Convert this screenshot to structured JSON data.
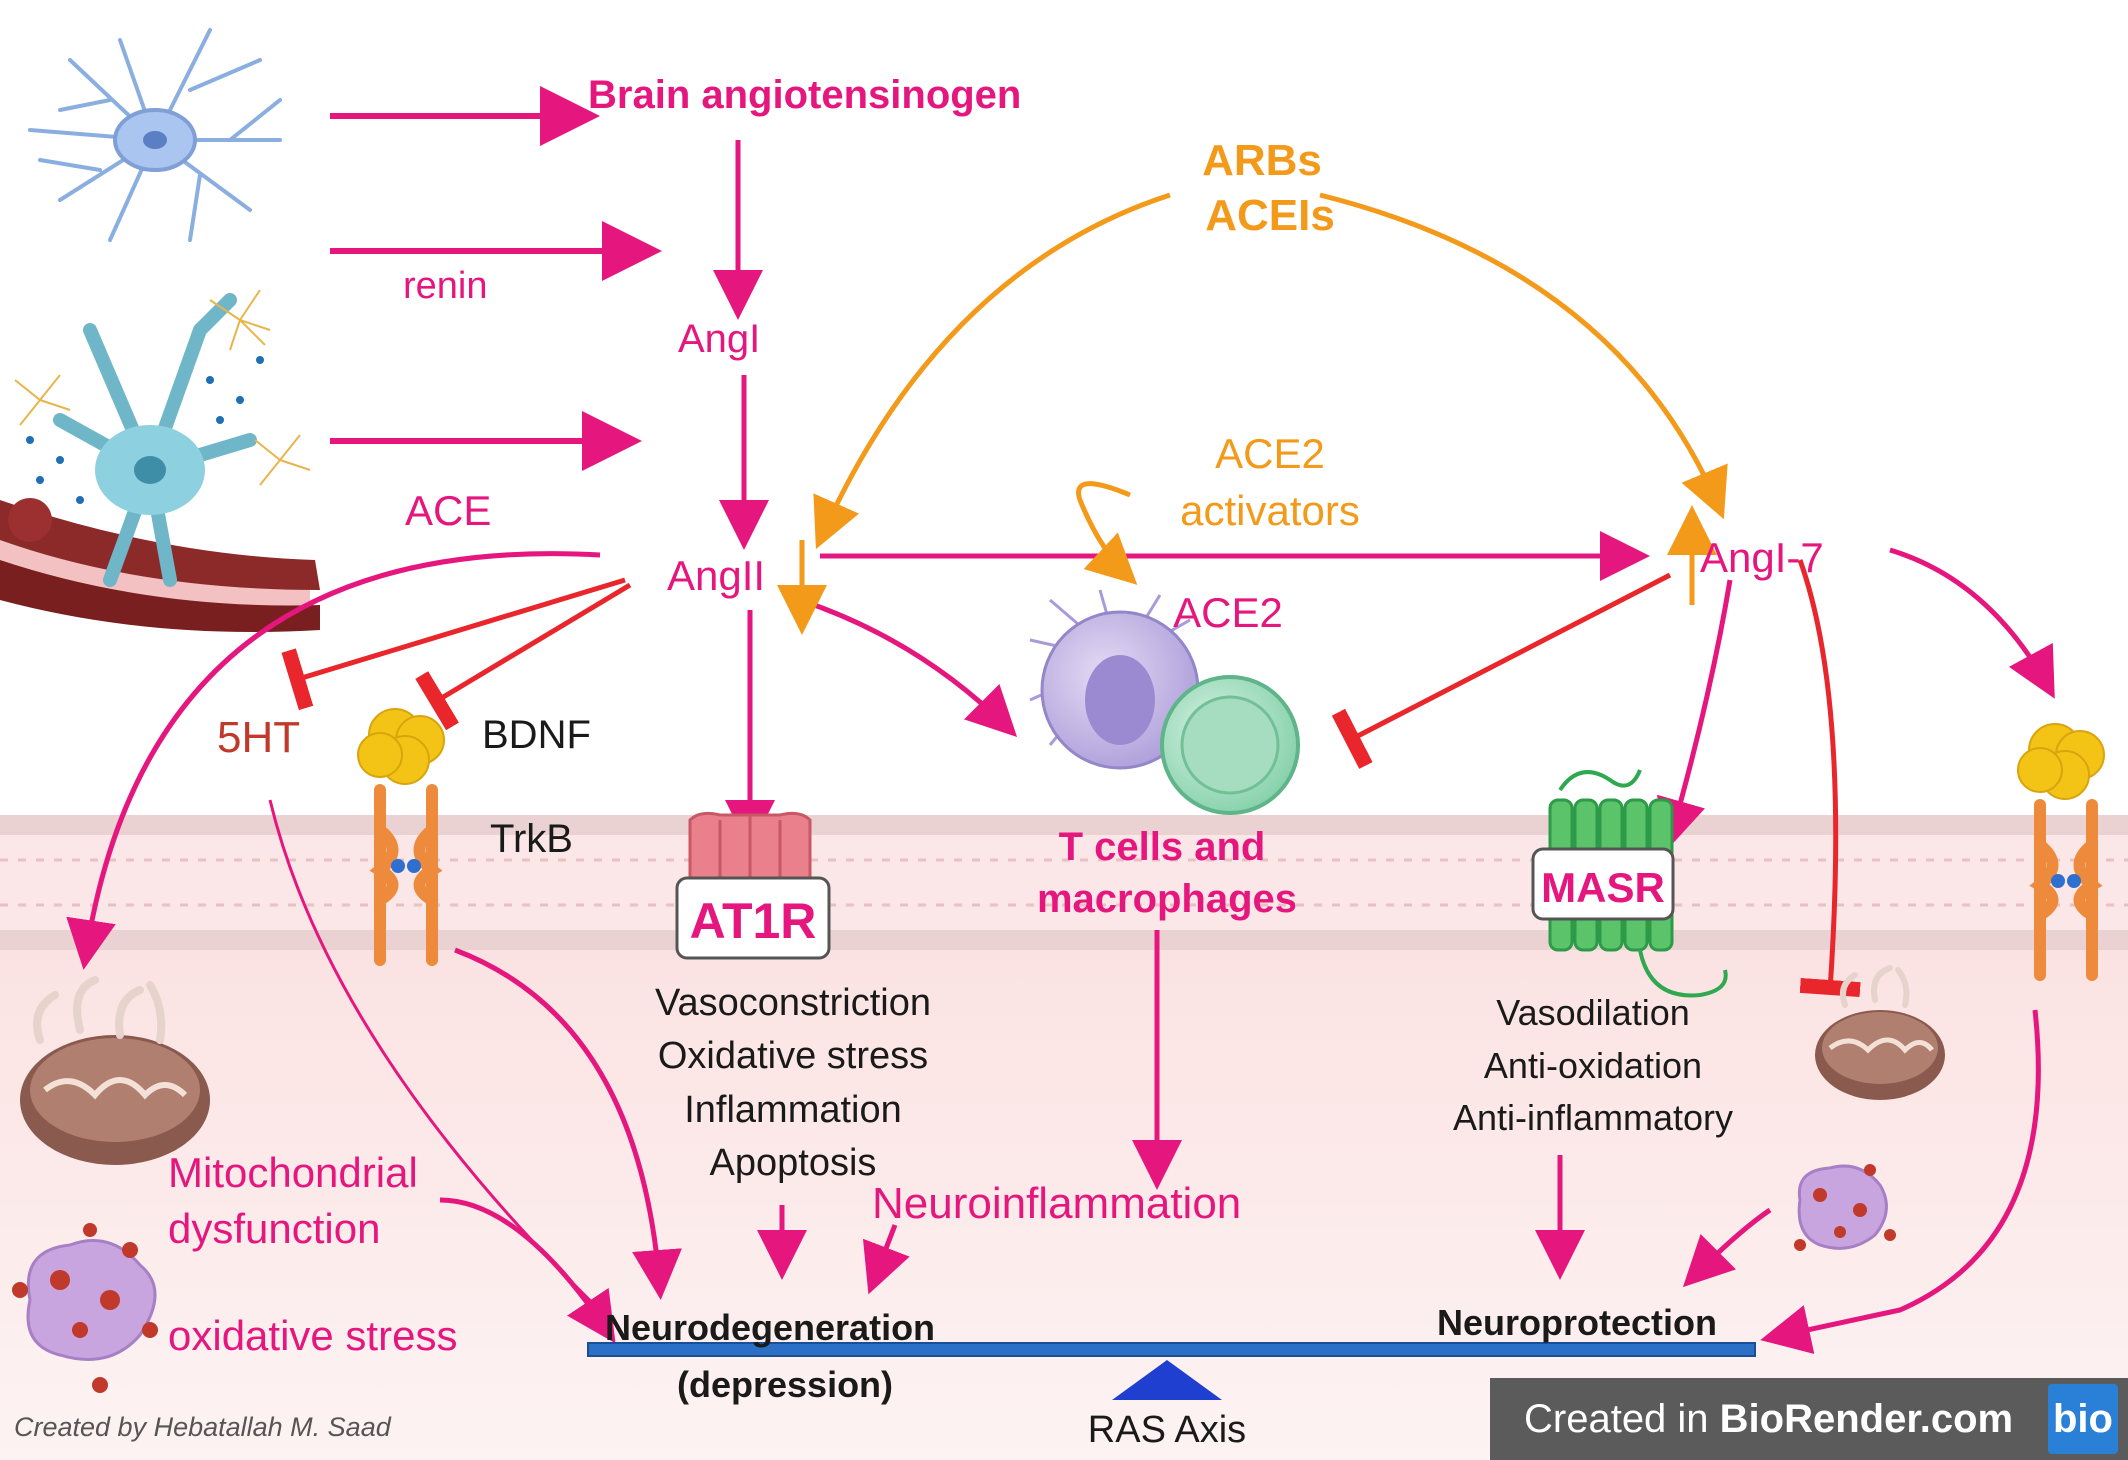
{
  "labels": {
    "brain_angiotensinogen": "Brain angiotensinogen",
    "renin": "renin",
    "ang1": "AngI",
    "ang2": "AngII",
    "ace": "ACE",
    "arbs": "ARBs",
    "aceis": "ACEIs",
    "ace2_activators_line1": "ACE2",
    "ace2_activators_line2": "activators",
    "ace2": "ACE2",
    "ang17": "AngI-7",
    "ht5": "5HT",
    "bdnf": "BDNF",
    "trkb": "TrkB",
    "at1r": "AT1R",
    "tcells_line1": "T cells and",
    "tcells_line2": "macrophages",
    "masr": "MASR",
    "at1r_effects": [
      "Vasoconstriction",
      "Oxidative stress",
      "Inflammation",
      "Apoptosis"
    ],
    "masr_effects": [
      "Vasodilation",
      "Anti-oxidation",
      "Anti-inflammatory"
    ],
    "neuroinflammation": "Neuroinflammation",
    "mito_line1": "Mitochondrial",
    "mito_line2": "dysfunction",
    "oxidative_stress": "oxidative stress",
    "neurodegeneration": "Neurodegeneration",
    "depression": "(depression)",
    "neuroprotection": "Neuroprotection",
    "ras_axis": "RAS Axis"
  },
  "credit": "Created by Hebatallah M. Saad",
  "badge": {
    "prefix": "Created in ",
    "brand": "BioRender.com",
    "logo": "bio"
  },
  "colors": {
    "pink": "#e5177e",
    "orange": "#f39a1b",
    "red": "#e8262b",
    "blue_bar": "#2c6fc7",
    "membrane": "#f6d3d3"
  },
  "icons": [
    "neuron-icon",
    "astrocyte-vessel-icon",
    "immune-cells-icon",
    "bdnf-trkb-receptor-icon",
    "at1r-receptor-icon",
    "masr-receptor-icon",
    "mitochondria-icon",
    "damaged-cell-icon",
    "balance-fulcrum-icon"
  ]
}
